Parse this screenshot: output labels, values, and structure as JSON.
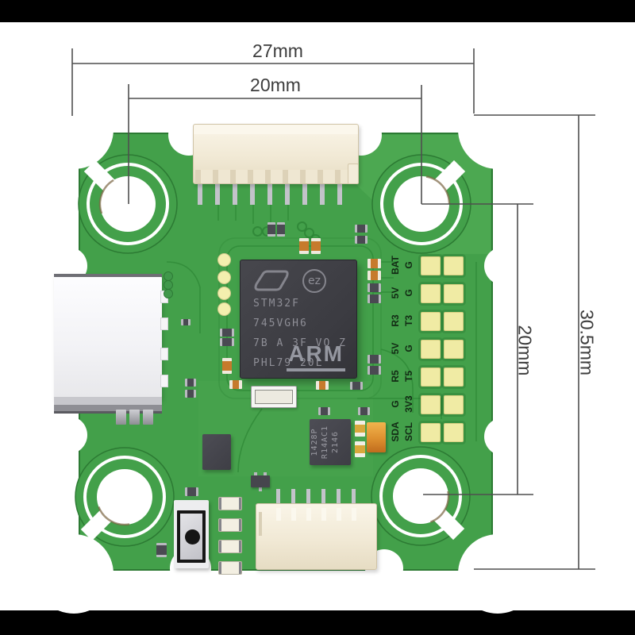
{
  "dimensions": {
    "width_outer": "27mm",
    "width_inner": "20mm",
    "height_inner": "20mm",
    "height_outer": "30.5mm"
  },
  "mcu": {
    "logo": "ST",
    "logo2": "ez",
    "lines": [
      "STM32F",
      "745VGH6",
      "7B A 3F VQ Z",
      "PHL79 20L"
    ],
    "brand": "ARM"
  },
  "small_chip": {
    "lines": [
      "1428P",
      "R14AC1",
      "2146"
    ]
  },
  "pads": {
    "rows": [
      {
        "outer": "BAT",
        "inner": "G"
      },
      {
        "outer": "5V",
        "inner": "G"
      },
      {
        "outer": "R3",
        "inner": "T3"
      },
      {
        "outer": "5V",
        "inner": "G"
      },
      {
        "outer": "R5",
        "inner": "T5"
      },
      {
        "outer": "G",
        "inner": "3V3"
      },
      {
        "outer": "SDA",
        "inner": "SCL"
      }
    ]
  },
  "colors": {
    "pcb": "#43a04a",
    "pcb_edge": "#2c7a33",
    "pcb_light": "#55b058",
    "trace": "#2f8a37",
    "pad": "#f0eba4",
    "connector_beige": "#f2ebd9",
    "chip_gray": "#404046",
    "orange_component": "#c9792b",
    "dimension_line": "#4f4f4f",
    "background": "#ffffff",
    "letterbox": "#000000"
  }
}
